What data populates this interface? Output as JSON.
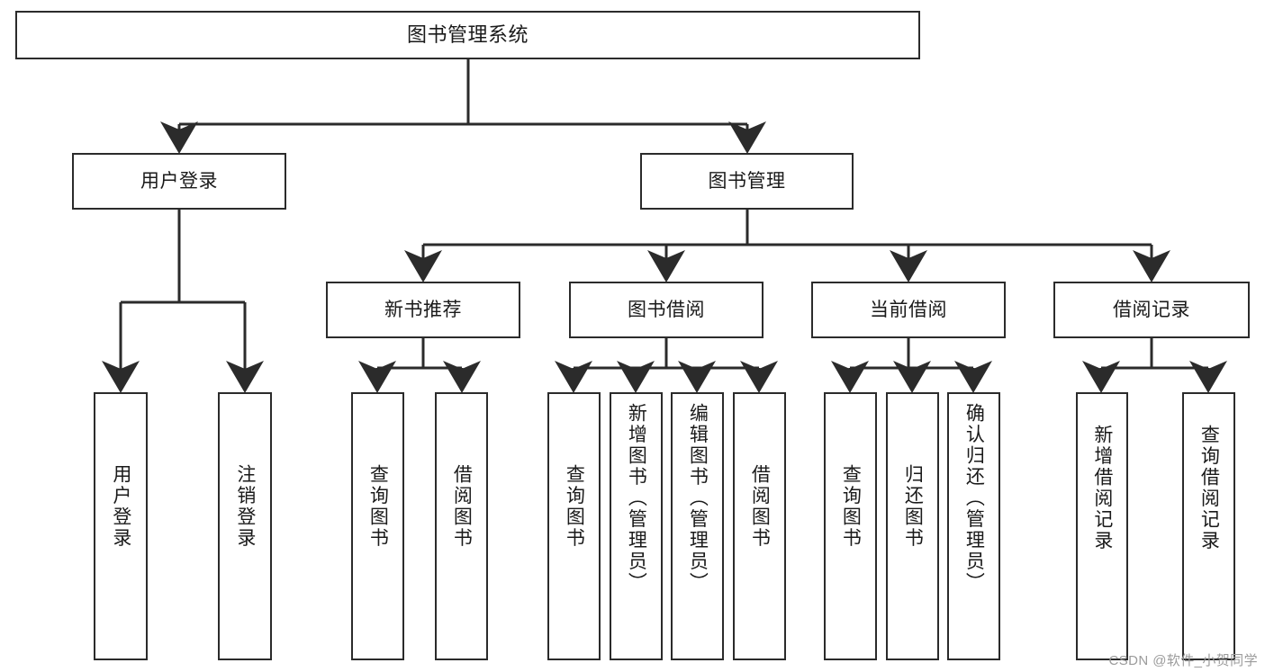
{
  "diagram": {
    "title": "图书管理系统",
    "type": "hierarchy-tree",
    "watermark": "CSDN @软件_小贺同学",
    "colors": {
      "stroke": "#2b2b2b",
      "fill": "#ffffff",
      "text": "#1a1a1a",
      "watermark": "#9b9b9b"
    },
    "nodes": {
      "root": {
        "label": "图书管理系统",
        "level": 1
      },
      "l2": [
        {
          "label": "用户登录",
          "level": 2
        },
        {
          "label": "图书管理",
          "level": 2
        }
      ],
      "l3": [
        {
          "label": "新书推荐",
          "level": 3
        },
        {
          "label": "图书借阅",
          "level": 3
        },
        {
          "label": "当前借阅",
          "level": 3
        },
        {
          "label": "借阅记录",
          "level": 3
        }
      ],
      "l4": [
        {
          "label": "用户登录",
          "parent": "用户登录",
          "level": 4
        },
        {
          "label": "注销登录",
          "parent": "用户登录",
          "level": 4
        },
        {
          "label": "查询图书",
          "parent": "新书推荐",
          "level": 4
        },
        {
          "label": "借阅图书",
          "parent": "新书推荐",
          "level": 4
        },
        {
          "label": "查询图书",
          "parent": "图书借阅",
          "level": 4
        },
        {
          "label": "新增图书（管理员）",
          "parent": "图书借阅",
          "level": 4
        },
        {
          "label": "编辑图书（管理员）",
          "parent": "图书借阅",
          "level": 4
        },
        {
          "label": "借阅图书",
          "parent": "图书借阅",
          "level": 4
        },
        {
          "label": "查询图书",
          "parent": "当前借阅",
          "level": 4
        },
        {
          "label": "归还图书",
          "parent": "当前借阅",
          "level": 4
        },
        {
          "label": "确认归还（管理员）",
          "parent": "当前借阅",
          "level": 4
        },
        {
          "label": "新增借阅记录",
          "parent": "借阅记录",
          "level": 4
        },
        {
          "label": "查询借阅记录",
          "parent": "借阅记录",
          "level": 4
        }
      ]
    }
  }
}
